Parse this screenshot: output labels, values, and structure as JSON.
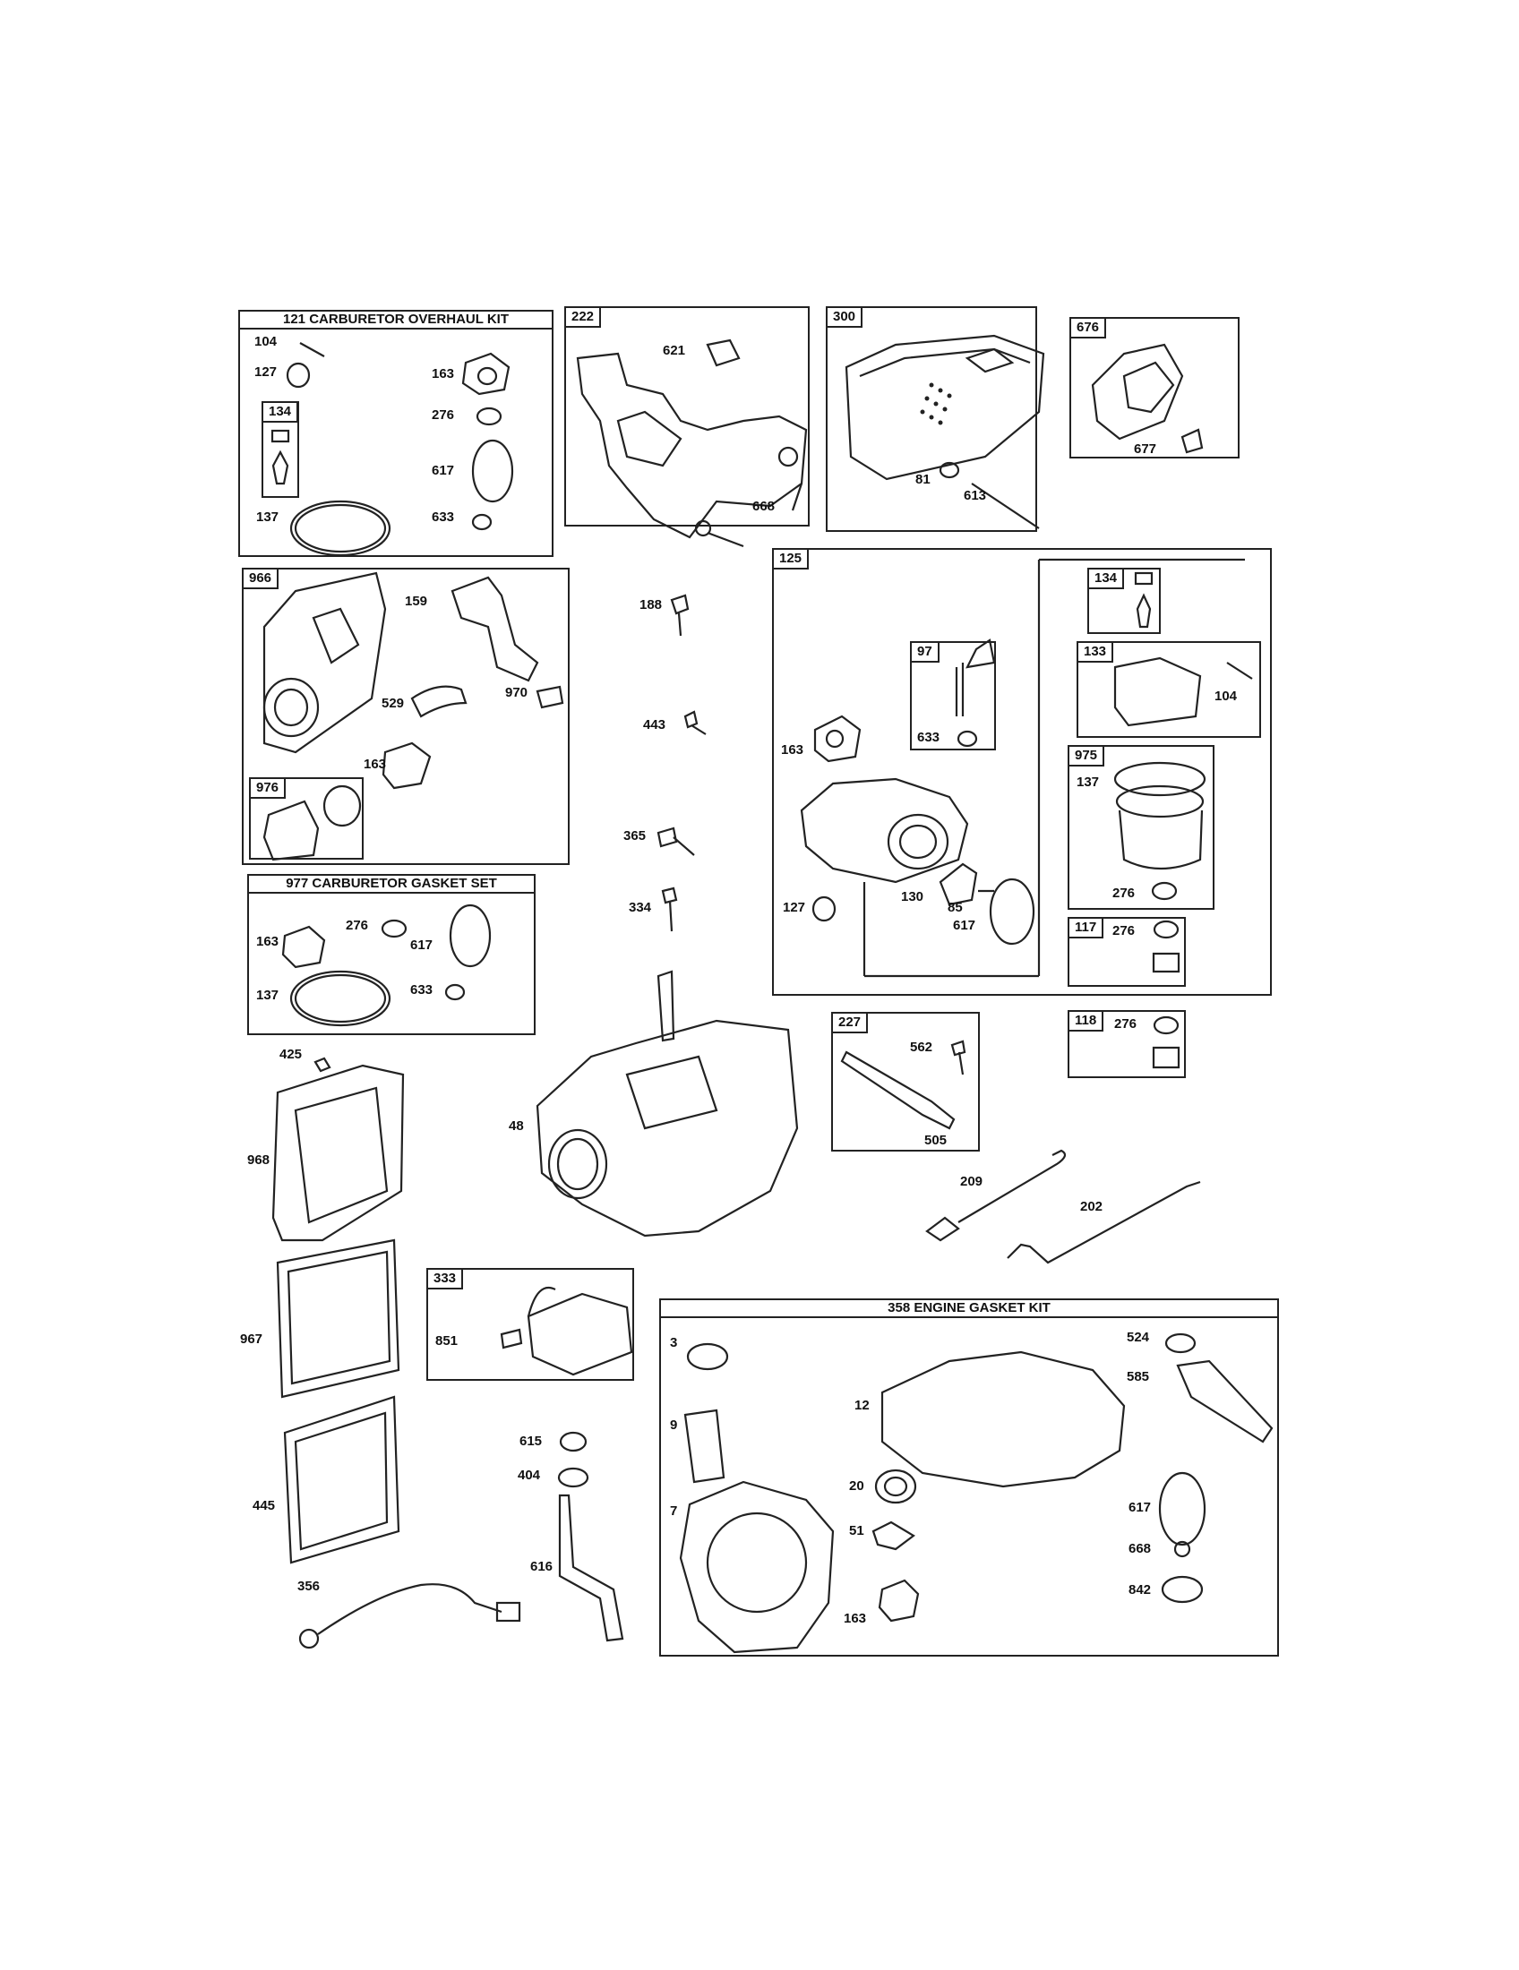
{
  "kits": {
    "carb_overhaul": {
      "title": "121 CARBURETOR OVERHAUL KIT"
    },
    "carb_gasket": {
      "title": "977 CARBURETOR GASKET SET"
    },
    "engine_gasket": {
      "title": "358 ENGINE GASKET KIT"
    }
  },
  "boxes": {
    "b222": "222",
    "b300": "300",
    "b676": "676",
    "b134a": "134",
    "b966": "966",
    "b976": "976",
    "b125": "125",
    "b134b": "134",
    "b97": "97",
    "b133": "133",
    "b975": "975",
    "b117": "117",
    "b118": "118",
    "b227": "227",
    "b333": "333"
  },
  "labels": {
    "p104a": "104",
    "p127a": "127",
    "p163a": "163",
    "p276a": "276",
    "p617a": "617",
    "p137a": "137",
    "p633a": "633",
    "p621": "621",
    "p668a": "668",
    "p81": "81",
    "p613": "613",
    "p677": "677",
    "p159": "159",
    "p970": "970",
    "p529": "529",
    "p163b": "163",
    "p188": "188",
    "p443": "443",
    "p365": "365",
    "p334": "334",
    "p163c": "163",
    "p633b": "633",
    "p127b": "127",
    "p130": "130",
    "p85": "85",
    "p617b": "617",
    "p104b": "104",
    "p137b": "137",
    "p276b": "276",
    "p276c": "276",
    "p276d": "276",
    "p163d": "163",
    "p276e": "276",
    "p617c": "617",
    "p137c": "137",
    "p633c": "633",
    "p425": "425",
    "p968": "968",
    "p48": "48",
    "p562": "562",
    "p505": "505",
    "p209": "209",
    "p202": "202",
    "p967": "967",
    "p851": "851",
    "p445": "445",
    "p615": "615",
    "p404": "404",
    "p356": "356",
    "p616": "616",
    "p3": "3",
    "p9": "9",
    "p7": "7",
    "p12": "12",
    "p20": "20",
    "p51": "51",
    "p163e": "163",
    "p524": "524",
    "p585": "585",
    "p617d": "617",
    "p668b": "668",
    "p842": "842"
  }
}
